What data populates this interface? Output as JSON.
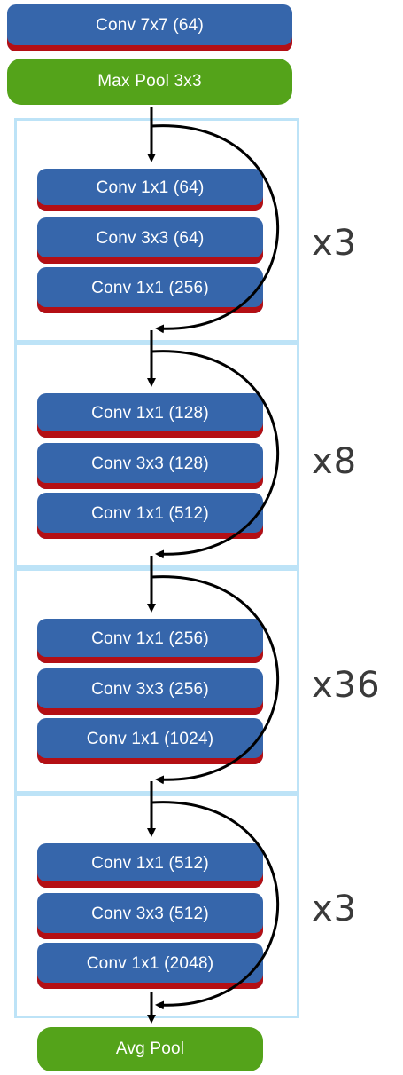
{
  "colors": {
    "conv_fill": "#3666ab",
    "conv_bottom": "#b40f14",
    "pool_fill": "#54a31a",
    "stage_border": "#bde3f7",
    "arrow": "#000000",
    "repeat_text": "#3a3a3a"
  },
  "stem": {
    "conv_label": "Conv 7x7 (64)",
    "pool_label": "Max Pool 3x3"
  },
  "stages": [
    {
      "repeat": "x3",
      "layers": [
        "Conv 1x1 (64)",
        "Conv 3x3 (64)",
        "Conv 1x1 (256)"
      ]
    },
    {
      "repeat": "x8",
      "layers": [
        "Conv 1x1 (128)",
        "Conv 3x3 (128)",
        "Conv 1x1 (512)"
      ]
    },
    {
      "repeat": "x36",
      "layers": [
        "Conv 1x1 (256)",
        "Conv 3x3 (256)",
        "Conv 1x1 (1024)"
      ]
    },
    {
      "repeat": "x3",
      "layers": [
        "Conv 1x1 (512)",
        "Conv 3x3 (512)",
        "Conv 1x1 (2048)"
      ]
    }
  ],
  "head": {
    "pool_label": "Avg Pool"
  }
}
